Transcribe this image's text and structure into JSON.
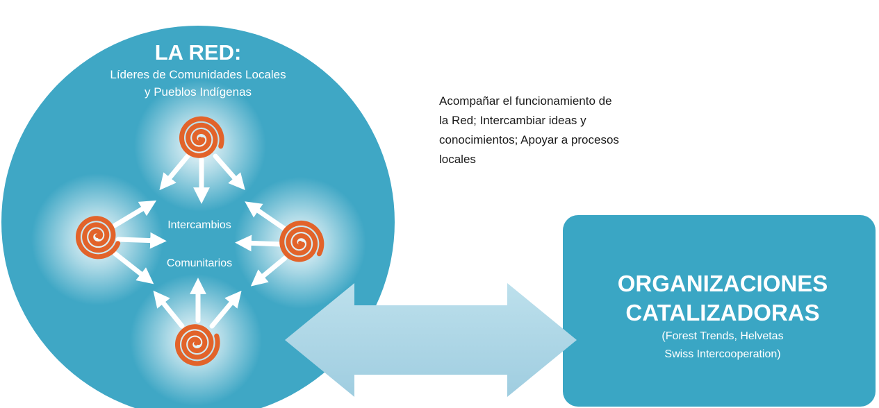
{
  "network": {
    "title": "LA RED:",
    "subtitle_lines": [
      "Líderes de Comunidades Locales",
      "y Pueblos Indígenas"
    ],
    "center_lines": [
      "Intercambios",
      "Comunitarios"
    ]
  },
  "description": {
    "lines": [
      "Acompañar el funcionamiento de",
      "la Red; Intercambiar ideas y",
      "conocimientos; Apoyar a procesos",
      "locales"
    ]
  },
  "catalysts": {
    "title_lines": [
      "ORGANIZACIONES",
      "CATALIZADORAS"
    ],
    "detail_lines": [
      "(Forest Trends, Helvetas",
      "Swiss Intercooperation)"
    ]
  },
  "colors": {
    "circle": "#3fa7c5",
    "box": "#3aa6c4",
    "spiral": "#e2632a",
    "connector": "#a9d3e3",
    "white": "#ffffff",
    "text_dark": "#1a1a1a"
  }
}
